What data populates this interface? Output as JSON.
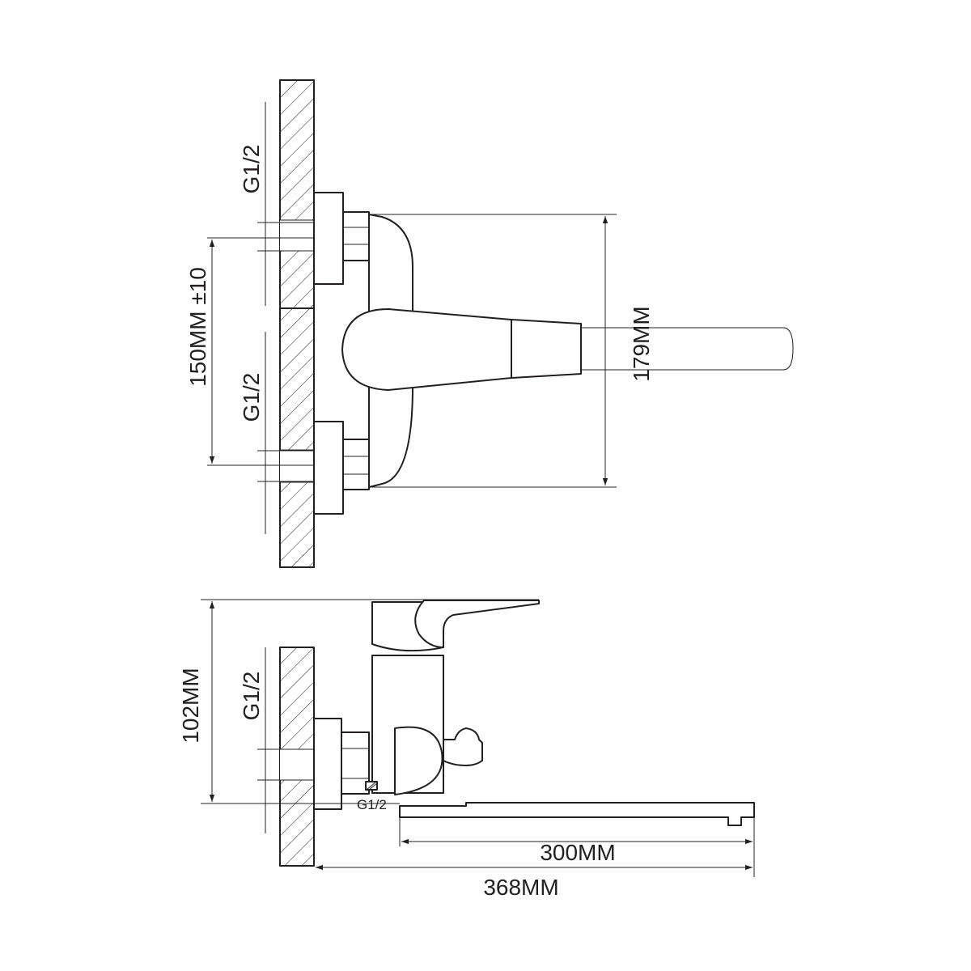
{
  "labels": {
    "inlet_top": "G1/2",
    "inlet_bottom": "G1/2",
    "inlet_side": "G1/2",
    "inlet_outlet": "G1/2",
    "centers": "150MM ±10",
    "height_front": "179MM",
    "height_side": "102MM",
    "spout_length": "300MM",
    "total_length": "368MM"
  },
  "colors": {
    "ink": "#231f20",
    "paper": "#ffffff"
  }
}
